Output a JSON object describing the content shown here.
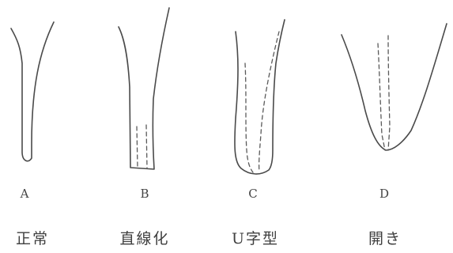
{
  "panels": [
    {
      "letter": "A",
      "caption": "正常"
    },
    {
      "letter": "B",
      "caption": "直線化"
    },
    {
      "letter": "C",
      "caption": "U字型"
    },
    {
      "letter": "D",
      "caption": "開き"
    }
  ]
}
